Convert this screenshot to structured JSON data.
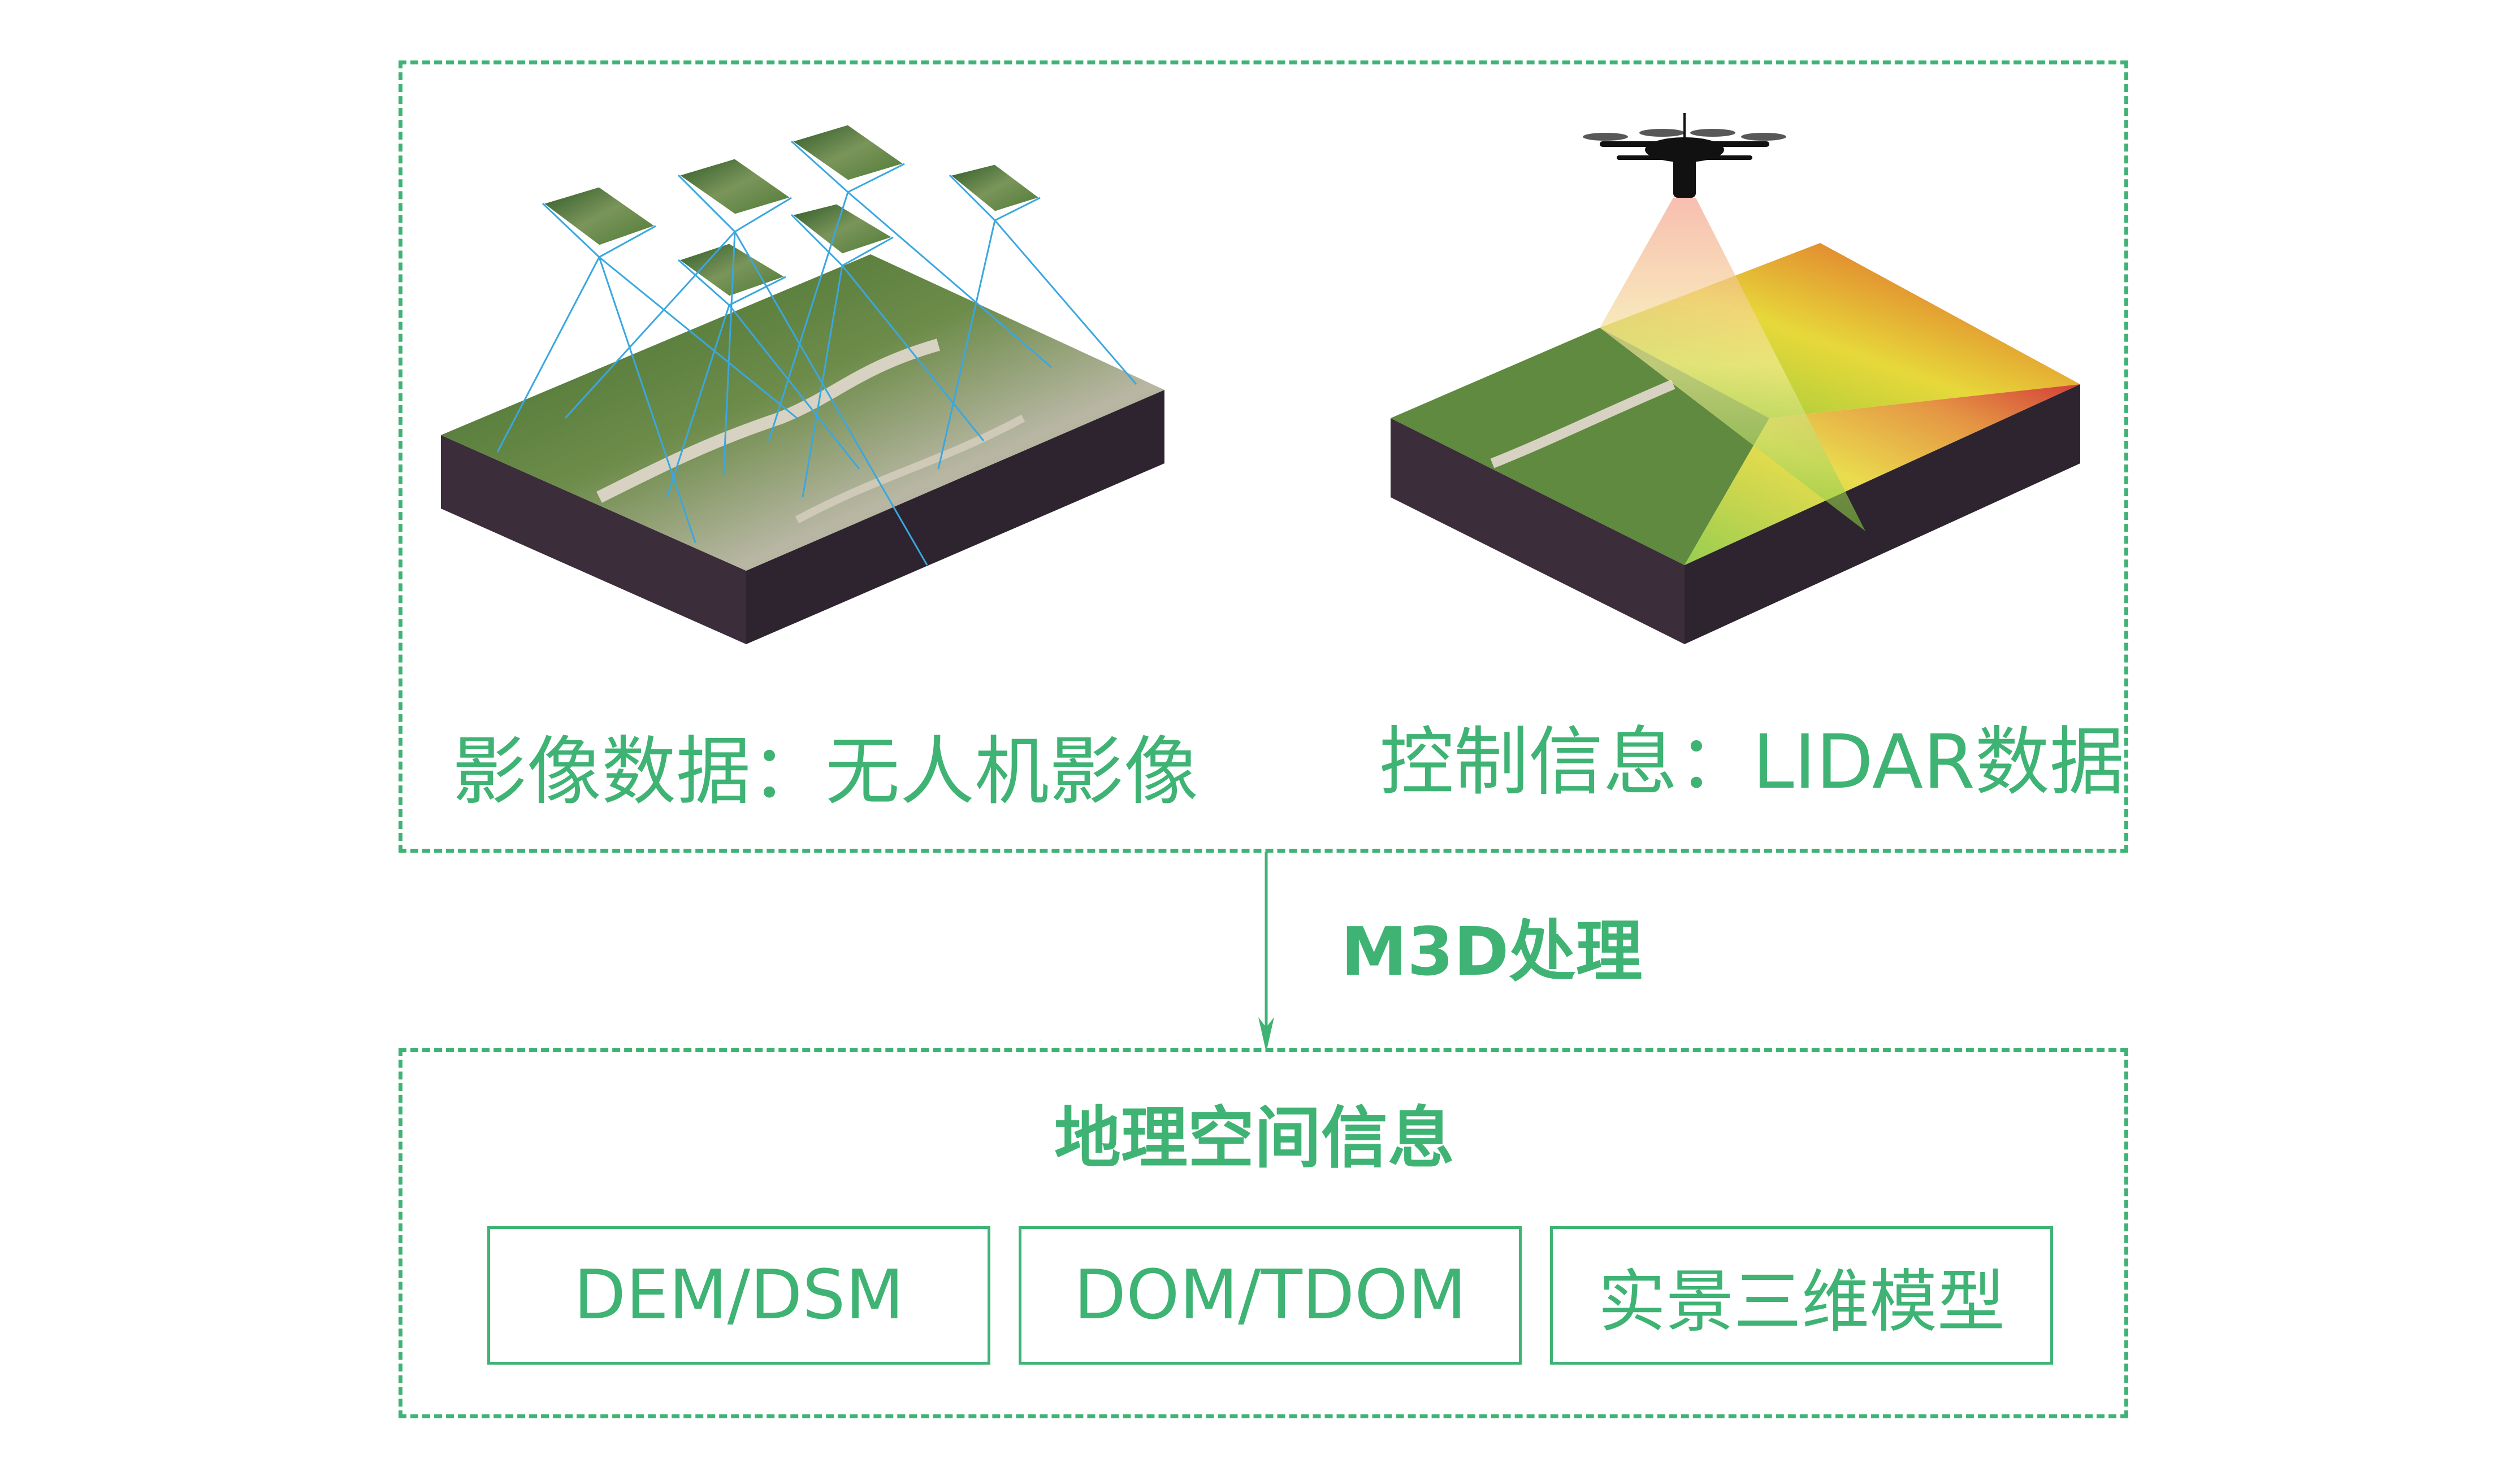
{
  "colors": {
    "accent": "#3fb374",
    "ray": "#3aa7e0",
    "soil": "#3b2d3a"
  },
  "inputs": {
    "left": {
      "label": "影像数据：无人机影像",
      "illustration": "photogrammetry-terrain-icon"
    },
    "right": {
      "label": "控制信息：LIDAR数据",
      "illustration": "lidar-drone-terrain-icon"
    }
  },
  "process": {
    "label": "M3D处理"
  },
  "output": {
    "title": "地理空间信息",
    "products": [
      {
        "label": "DEM/DSM"
      },
      {
        "label": "DOM/TDOM"
      },
      {
        "label": "实景三维模型"
      }
    ]
  }
}
